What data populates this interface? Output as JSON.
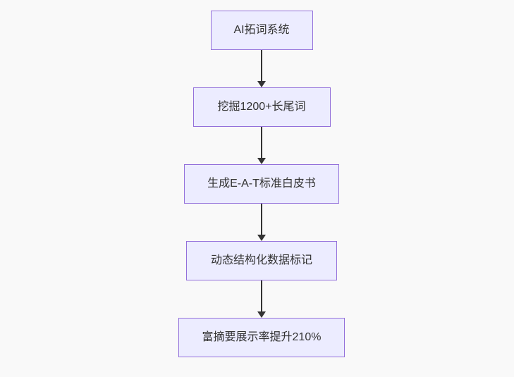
{
  "diagram": {
    "type": "flowchart",
    "direction": "top-down",
    "nodes": [
      {
        "id": "step-1",
        "label": "AI拓词系统"
      },
      {
        "id": "step-2",
        "label": "挖掘1200+长尾词"
      },
      {
        "id": "step-3",
        "label": "生成E-A-T标准白皮书"
      },
      {
        "id": "step-4",
        "label": "动态结构化数据标记"
      },
      {
        "id": "step-5",
        "label": "富摘要展示率提升210%"
      }
    ],
    "edges": [
      {
        "from": "step-1",
        "to": "step-2"
      },
      {
        "from": "step-2",
        "to": "step-3"
      },
      {
        "from": "step-3",
        "to": "step-4"
      },
      {
        "from": "step-4",
        "to": "step-5"
      }
    ],
    "colors": {
      "node_fill": "#ECECFF",
      "node_border": "#9370DB",
      "arrow": "#333333",
      "text": "#333333",
      "page_background": "#f9f9f9"
    }
  }
}
